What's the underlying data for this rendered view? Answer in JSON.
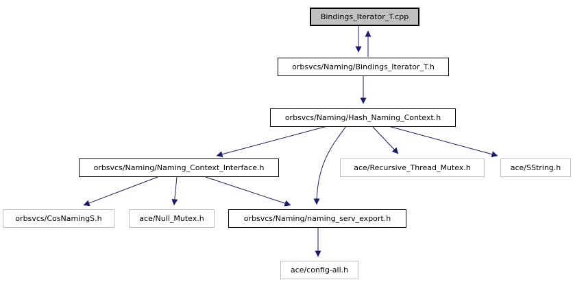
{
  "diagram": {
    "type": "include-dependency-graph",
    "tool_style": "doxygen include graph",
    "colors": {
      "background": "#ffffff",
      "edge": "#191970",
      "root_fill": "#c0c0c0",
      "node_fill": "#ffffff",
      "documented_border": "#000000",
      "external_border": "#bebebe",
      "text": "#000000"
    },
    "nodes": [
      {
        "id": "cpp",
        "label": "Bindings_Iterator_T.cpp",
        "kind": "root"
      },
      {
        "id": "bindings_h",
        "label": "orbsvcs/Naming/Bindings_Iterator_T.h",
        "kind": "internal"
      },
      {
        "id": "hash_h",
        "label": "orbsvcs/Naming/Hash_Naming_Context.h",
        "kind": "internal"
      },
      {
        "id": "interface_h",
        "label": "orbsvcs/Naming/Naming_Context_Interface.h",
        "kind": "internal"
      },
      {
        "id": "recursive_h",
        "label": "ace/Recursive_Thread_Mutex.h",
        "kind": "external"
      },
      {
        "id": "sstring_h",
        "label": "ace/SString.h",
        "kind": "external"
      },
      {
        "id": "cosnamings_h",
        "label": "orbsvcs/CosNamingS.h",
        "kind": "external"
      },
      {
        "id": "null_mutex_h",
        "label": "ace/Null_Mutex.h",
        "kind": "external"
      },
      {
        "id": "export_h",
        "label": "orbsvcs/Naming/naming_serv_export.h",
        "kind": "internal"
      },
      {
        "id": "config_all_h",
        "label": "ace/config-all.h",
        "kind": "external"
      }
    ],
    "edges": [
      {
        "from": "Bindings_Iterator_T.cpp",
        "to": "orbsvcs/Naming/Bindings_Iterator_T.h"
      },
      {
        "from": "orbsvcs/Naming/Bindings_Iterator_T.h",
        "to": "Bindings_Iterator_T.cpp"
      },
      {
        "from": "orbsvcs/Naming/Bindings_Iterator_T.h",
        "to": "orbsvcs/Naming/Hash_Naming_Context.h"
      },
      {
        "from": "orbsvcs/Naming/Hash_Naming_Context.h",
        "to": "orbsvcs/Naming/Naming_Context_Interface.h"
      },
      {
        "from": "orbsvcs/Naming/Hash_Naming_Context.h",
        "to": "orbsvcs/Naming/naming_serv_export.h"
      },
      {
        "from": "orbsvcs/Naming/Hash_Naming_Context.h",
        "to": "ace/Recursive_Thread_Mutex.h"
      },
      {
        "from": "orbsvcs/Naming/Hash_Naming_Context.h",
        "to": "ace/SString.h"
      },
      {
        "from": "orbsvcs/Naming/Naming_Context_Interface.h",
        "to": "orbsvcs/CosNamingS.h"
      },
      {
        "from": "orbsvcs/Naming/Naming_Context_Interface.h",
        "to": "ace/Null_Mutex.h"
      },
      {
        "from": "orbsvcs/Naming/Naming_Context_Interface.h",
        "to": "orbsvcs/Naming/naming_serv_export.h"
      },
      {
        "from": "orbsvcs/Naming/naming_serv_export.h",
        "to": "ace/config-all.h"
      }
    ]
  }
}
